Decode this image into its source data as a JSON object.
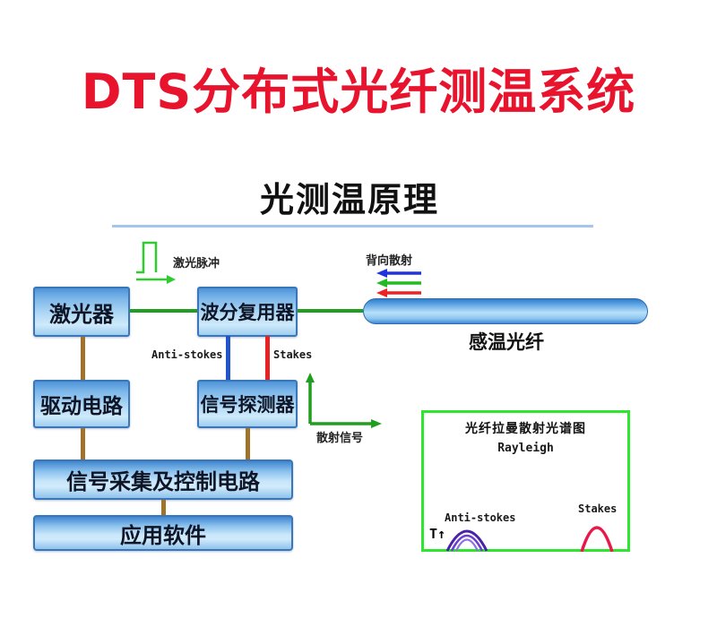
{
  "page": {
    "title": "DTS分布式光纤测温系统",
    "section_title": "光测温原理"
  },
  "diagram": {
    "blocks": {
      "laser": "激光器",
      "wdm": "波分复用器",
      "drive": "驱动电路",
      "detector": "信号探测器",
      "daq": "信号采集及控制电路",
      "software": "应用软件"
    },
    "fiber_label": "感温光纤",
    "annotations": {
      "laser_pulse": "激光脉冲",
      "backscatter": "背向散射",
      "anti_stokes": "Anti-stokes",
      "stokes": "Stakes",
      "scatter_signal": "散射信号"
    },
    "spectrum": {
      "title": "光纤拉曼散射光谱图",
      "rayleigh": "Rayleigh",
      "anti_stokes": "Anti-stokes",
      "stokes": "Stakes",
      "temp_symbol": "T↑"
    },
    "colors": {
      "title_red": "#e8142e",
      "box_border": "#3b77b8",
      "box_fill_top": "#4e94da",
      "box_fill_light": "#cfeafb",
      "connector_green": "#1f9e1f",
      "connector_brown": "#a0722a",
      "anti_stokes_blue": "#2255cc",
      "stokes_red": "#e82222",
      "underline_blue": "#a3c6ec",
      "spectrum_border_green": "#2ee62e",
      "arcs_purple": "#5b2fbf",
      "arch_pink": "#e8194a"
    }
  }
}
